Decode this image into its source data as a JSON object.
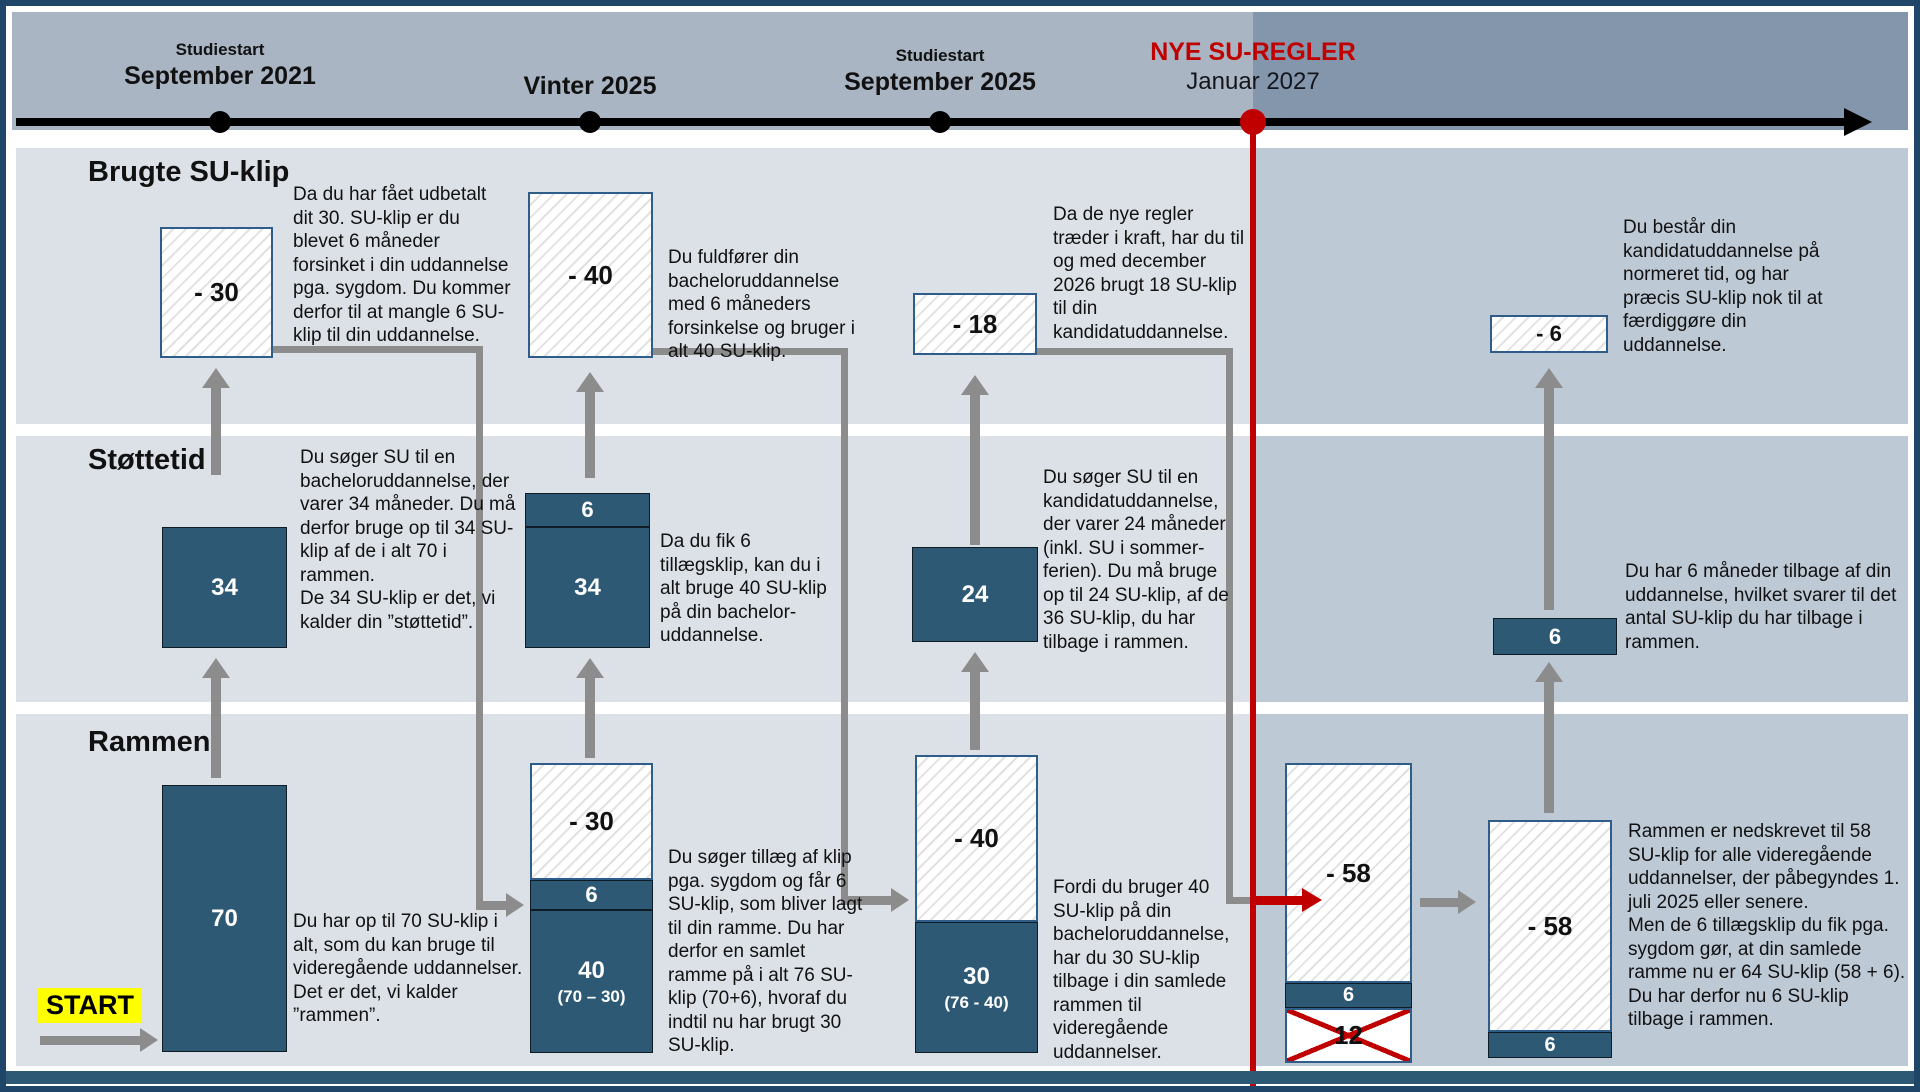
{
  "colors": {
    "accent_blue": "#2d5975",
    "accent_red": "#c00000",
    "highlight_yellow": "#ffff00"
  },
  "timeline": {
    "m1_top": "Studiestart",
    "m1_label": "September 2021",
    "m2_label": "Vinter 2025",
    "m3_top": "Studiestart",
    "m3_label": "September 2025",
    "m4_top": "NYE SU-REGLER",
    "m4_label": "Januar 2027"
  },
  "row_labels": {
    "used": "Brugte SU-klip",
    "support": "Støttetid",
    "frame": "Rammen"
  },
  "start_label": "START",
  "boxes": {
    "b30": "- 30",
    "b40": "- 40",
    "b18": "- 18",
    "b6": "- 6",
    "s34": "34",
    "sv6": "6",
    "sv34": "34",
    "s24": "24",
    "s6r": "6",
    "r70": "70",
    "vh30": "- 30",
    "vb6": "6",
    "vb40": "40",
    "vb40sub": "(70 – 30)",
    "sh40": "- 40",
    "sb30": "30",
    "sb30sub": "(76 - 40)",
    "n58a": "- 58",
    "n6a": "6",
    "n12": "12",
    "n58b": "- 58",
    "n6b": "6"
  },
  "notes": {
    "t30": "Da du har fået udbetalt dit 30. SU-klip er du blevet 6 måneder forsinket i din uddannelse pga. sygdom. Du kommer derfor til at mangle 6 SU-klip til din uddannelse.",
    "t40": "Du fuldfører din bacheloruddannelse med 6 måneders forsinkelse og bruger i alt 40 SU-klip.",
    "t18": "Da de nye regler træder i kraft, har du til og med december 2026 brugt 18 SU-klip til din kandidatuddannelse.",
    "t6": "Du består din kandidatuddannelse på normeret tid, og har præcis SU-klip nok til at færdiggøre din uddannelse.",
    "t34": "Du søger SU til en bacheloruddannelse, der varer 34 måneder. Du må derfor bruge op til 34 SU-klip af de i alt 70 i rammen.\nDe 34 SU-klip er det, vi kalder din ”støttetid”.",
    "tda": "Da du fik 6 tillægsklip, kan du i alt bruge 40 SU-klip på din bachelor-uddannelse.",
    "tk": "Du søger SU til en kandidatuddannelse, der varer 24 måneder (inkl. SU i sommer-ferien). Du må bruge op til 24 SU-klip, af de 36 SU-klip, du har tilbage i rammen.",
    "t6r": "Du har 6 måneder tilbage af din uddannelse, hvilket svarer til det antal SU-klip du har tilbage i rammen.",
    "t70": "Du har op til 70 SU-klip i alt, som du kan bruge til videregående uddannelser.\nDet er det, vi kalder ”rammen”.",
    "tv": "Du søger tillæg af klip pga. sygdom og får 6 SU-klip, som bliver lagt til din ramme. Du har derfor en samlet ramme på i alt 76 SU-klip (70+6), hvoraf du indtil nu har brugt 30 SU-klip.",
    "ts": "Fordi du bruger 40 SU-klip på din bacheloruddannelse, har du 30 SU-klip tilbage i din samlede rammen til videregående uddannelser.",
    "tn": "Rammen er nedskrevet til 58 SU-klip for alle videregående uddannelser, der påbegyndes 1. juli 2025 eller senere.\nMen de 6 tillægsklip du fik pga. sygdom gør, at din samlede ramme nu er 64 SU-klip (58 + 6).\nDu har derfor nu 6 SU-klip tilbage i rammen."
  }
}
